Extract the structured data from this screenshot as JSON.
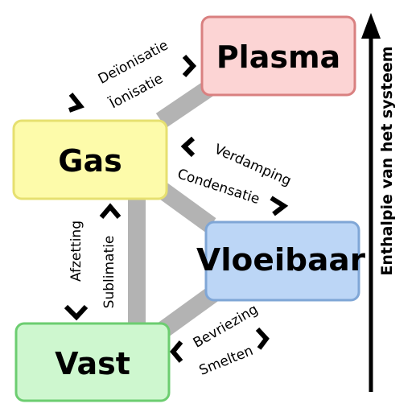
{
  "states": {
    "plasma": {
      "label": "Plasma",
      "fill": "#fcd4d4",
      "stroke": "#d98080"
    },
    "gas": {
      "label": "Gas",
      "fill": "#fdfbaa",
      "stroke": "#e6e070"
    },
    "vloeibaar": {
      "label": "Vloeibaar",
      "fill": "#bcd6f6",
      "stroke": "#7fa6d6"
    },
    "vast": {
      "label": "Vast",
      "fill": "#cef7cf",
      "stroke": "#6ccd70"
    }
  },
  "transitions": {
    "deionisatie": "Deïonisatie",
    "ionisatie": "Ïonisatie",
    "verdamping": "Verdamping",
    "condensatie": "Condensatie",
    "afzetting": "Afzetting",
    "sublimatie": "Sublimatie",
    "bevriezing": "Bevriezing",
    "smelten": "Smelten"
  },
  "axis": {
    "label": "Enthalpie van het systeem"
  },
  "colors": {
    "connector": "#b3b3b3",
    "text": "#000000"
  }
}
